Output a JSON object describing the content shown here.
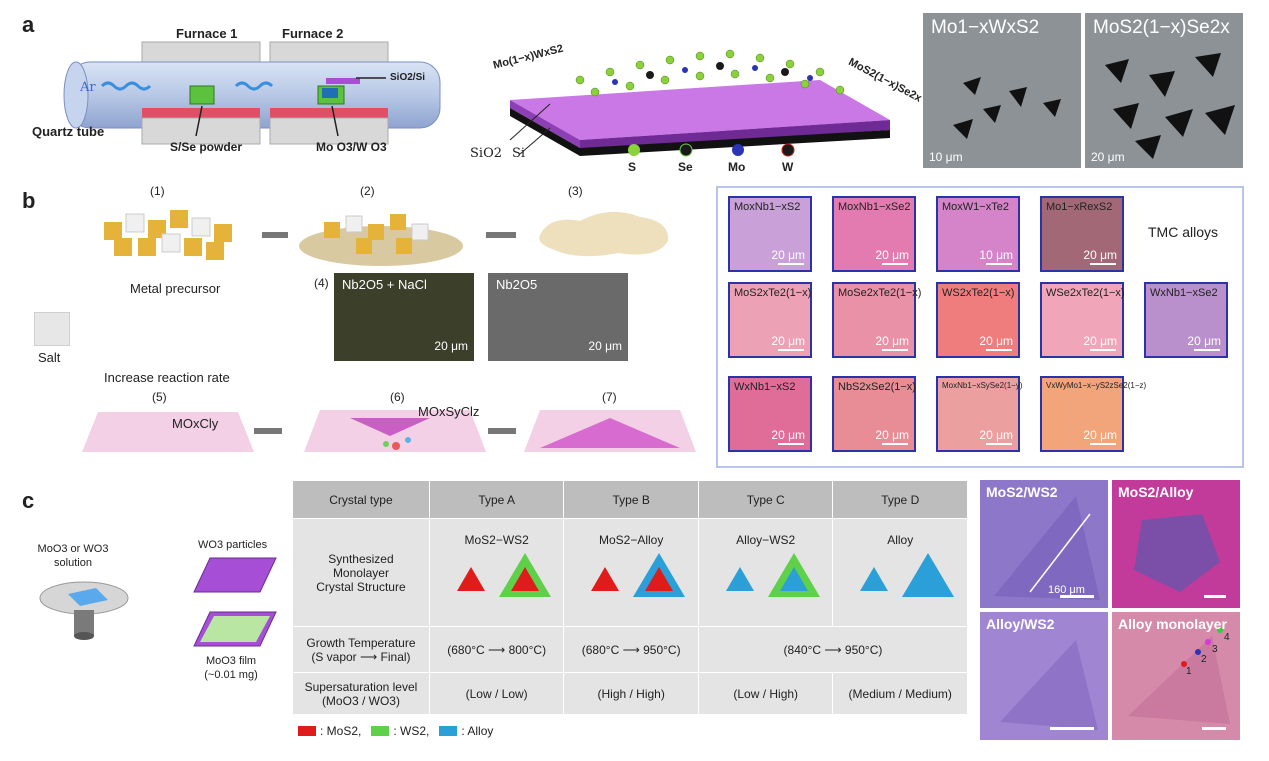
{
  "panel_a": {
    "label": "a",
    "furnace1": "Furnace 1",
    "furnace2": "Furnace 2",
    "ar": "Ar",
    "sio2si": "SiO2/Si",
    "quartz": "Quartz tube",
    "sse_powder": "S/Se powder",
    "mow": "Mo O3/W O3",
    "schematic_left": "Mo(1−x)WxS2",
    "schematic_right": "MoS2(1−x)Se2x",
    "sio2": "SiO2",
    "si": "Si",
    "legend": [
      "S",
      "Se",
      "Mo",
      "W"
    ],
    "sem1_title": "Mo1−xWxS2",
    "sem1_scale": "10 μm",
    "sem2_title": "MoS2(1−x)Se2x",
    "sem2_scale": "20 μm"
  },
  "panel_b": {
    "label": "b",
    "step1": "(1)",
    "step2": "(2)",
    "step3": "(3)",
    "step4": "(4)",
    "step5": "(5)",
    "step6": "(6)",
    "step7": "(7)",
    "metal_precursor": "Metal precursor",
    "salt": "Salt",
    "increase_rate": "Increase reaction rate",
    "moxcly": "MOxCly",
    "moxsycl": "MOxSyClz",
    "sem_nb_nacl": "Nb2O5 + NaCl",
    "sem_nb": "Nb2O5",
    "sem_scale1": "20 μm",
    "sem_scale2": "20 μm",
    "tmc_alloys": "TMC alloys",
    "tiles": [
      {
        "label": "MoxNb1−xS2",
        "scale": "20 μm",
        "color": "#c9a0d8"
      },
      {
        "label": "MoxNb1−xSe2",
        "scale": "20 μm",
        "color": "#e47bb0"
      },
      {
        "label": "MoxW1−xTe2",
        "scale": "10 μm",
        "color": "#d584c9"
      },
      {
        "label": "Mo1−xRexS2",
        "scale": "20 μm",
        "color": "#a36875"
      },
      {
        "label": "MoS2xTe2(1−x)",
        "scale": "20 μm",
        "color": "#eca1b5"
      },
      {
        "label": "MoSe2xTe2(1−x)",
        "scale": "20 μm",
        "color": "#e891a7"
      },
      {
        "label": "WS2xTe2(1−x)",
        "scale": "20 μm",
        "color": "#ef7d7d"
      },
      {
        "label": "WSe2xTe2(1−x)",
        "scale": "20 μm",
        "color": "#f0a5b8"
      },
      {
        "label": "WxNb1−xSe2",
        "scale": "20 μm",
        "color": "#b98fcc"
      },
      {
        "label": "WxNb1−xS2",
        "scale": "20 μm",
        "color": "#e06d98"
      },
      {
        "label": "NbS2xSe2(1−x)",
        "scale": "20 μm",
        "color": "#e88d96"
      },
      {
        "label": "MoxNb1−xSySe2(1−y)",
        "scale": "20 μm",
        "color": "#ec9f9f"
      },
      {
        "label": "VxWyMo1−x−yS2zSe2(1−z)",
        "scale": "20 μm",
        "color": "#f2a57a"
      }
    ]
  },
  "panel_c": {
    "label": "c",
    "solution": "MoO3 or WO3 solution",
    "wo3_particles": "WO3 particles",
    "moo3_film": "MoO3 film (~0.01 mg)",
    "table": {
      "header": [
        "Crystal type",
        "Type A",
        "Type B",
        "Type C",
        "Type D"
      ],
      "row1_label": "Synthesized Monolayer Crystal Structure",
      "row1_types": [
        "MoS2−WS2",
        "MoS2−Alloy",
        "Alloy−WS2",
        "Alloy"
      ],
      "row2_label": "Growth Temperature (S vapor ⟶ Final)",
      "row2": [
        "(680°C ⟶ 800°C)",
        "(680°C ⟶ 950°C)",
        "(840°C ⟶ 950°C)"
      ],
      "row3_label": "Supersaturation level (MoO3 / WO3)",
      "row3": [
        "(Low / Low)",
        "(High / High)",
        "(Low / High)",
        "(Medium / Medium)"
      ]
    },
    "legend": [
      {
        "label": ": MoS2,",
        "color": "#e01b1b"
      },
      {
        "label": ": WS2,",
        "color": "#5fd04a"
      },
      {
        "label": ": Alloy",
        "color": "#2a9fd8"
      }
    ],
    "optical": [
      {
        "title": "MoS2/WS2",
        "color": "#8d77c9"
      },
      {
        "title": "MoS2/Alloy",
        "color": "#c23a9a"
      },
      {
        "title": "Alloy/WS2",
        "color": "#9f85d2"
      },
      {
        "title": "Alloy monolayer",
        "color": "#d58aa9"
      }
    ],
    "dim_160": "160 μm",
    "points": [
      "1",
      "2",
      "3",
      "4"
    ]
  }
}
